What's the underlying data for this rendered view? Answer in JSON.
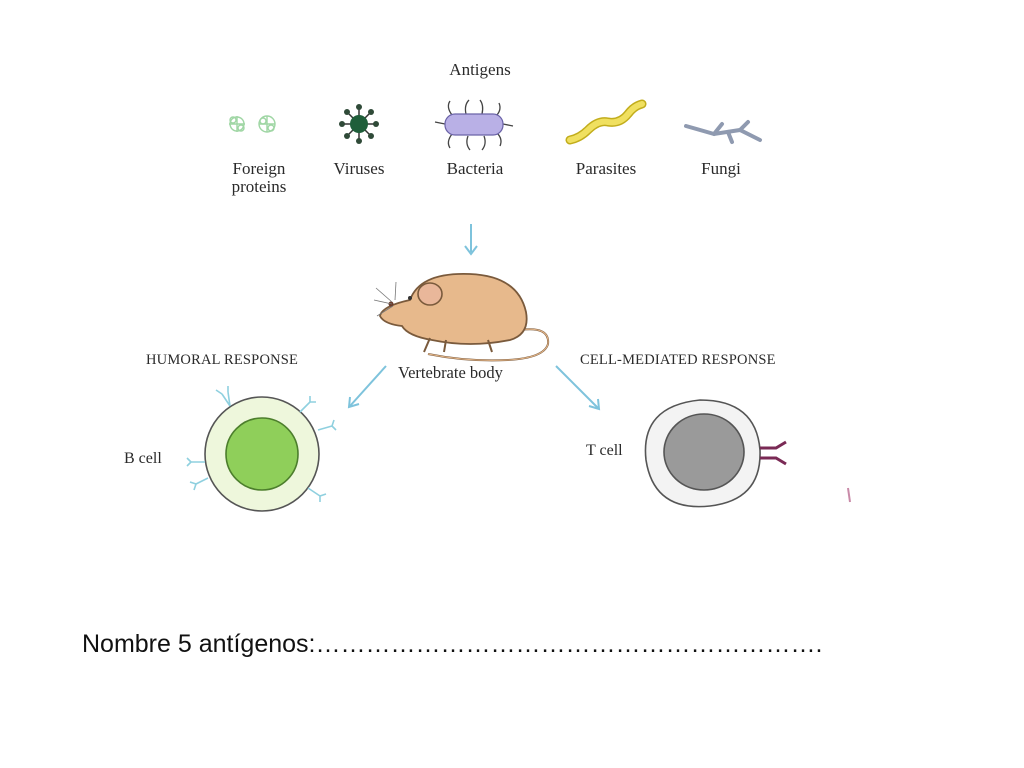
{
  "diagram": {
    "title": "Antigens",
    "antigens": [
      {
        "label": "Foreign proteins",
        "icon": "foreign-protein-icon"
      },
      {
        "label": "Viruses",
        "icon": "virus-icon"
      },
      {
        "label": "Bacteria",
        "icon": "bacterium-icon"
      },
      {
        "label": "Parasites",
        "icon": "parasite-icon"
      },
      {
        "label": "Fungi",
        "icon": "fungus-icon"
      }
    ],
    "host_label": "Vertebrate body",
    "humoral_label": "HUMORAL RESPONSE",
    "cell_mediated_label": "CELL-MEDIATED RESPONSE",
    "b_cell_label": "B cell",
    "t_cell_label": "T cell",
    "colors": {
      "arrow": "#7ec3dc",
      "b_cell_nucleus": "#8fcf5a",
      "b_cell_cytoplasm": "#eef7dc",
      "t_cell_nucleus": "#9a9a9a",
      "t_cell_receptor": "#7a2a55",
      "mouse": "#e7b98c",
      "virus": "#1f5e3a",
      "bacterium": "#b9b0e6",
      "parasite": "#e8d84a"
    }
  },
  "caption": {
    "text": "Nombre 5 antígenos:……………………………………………………."
  }
}
